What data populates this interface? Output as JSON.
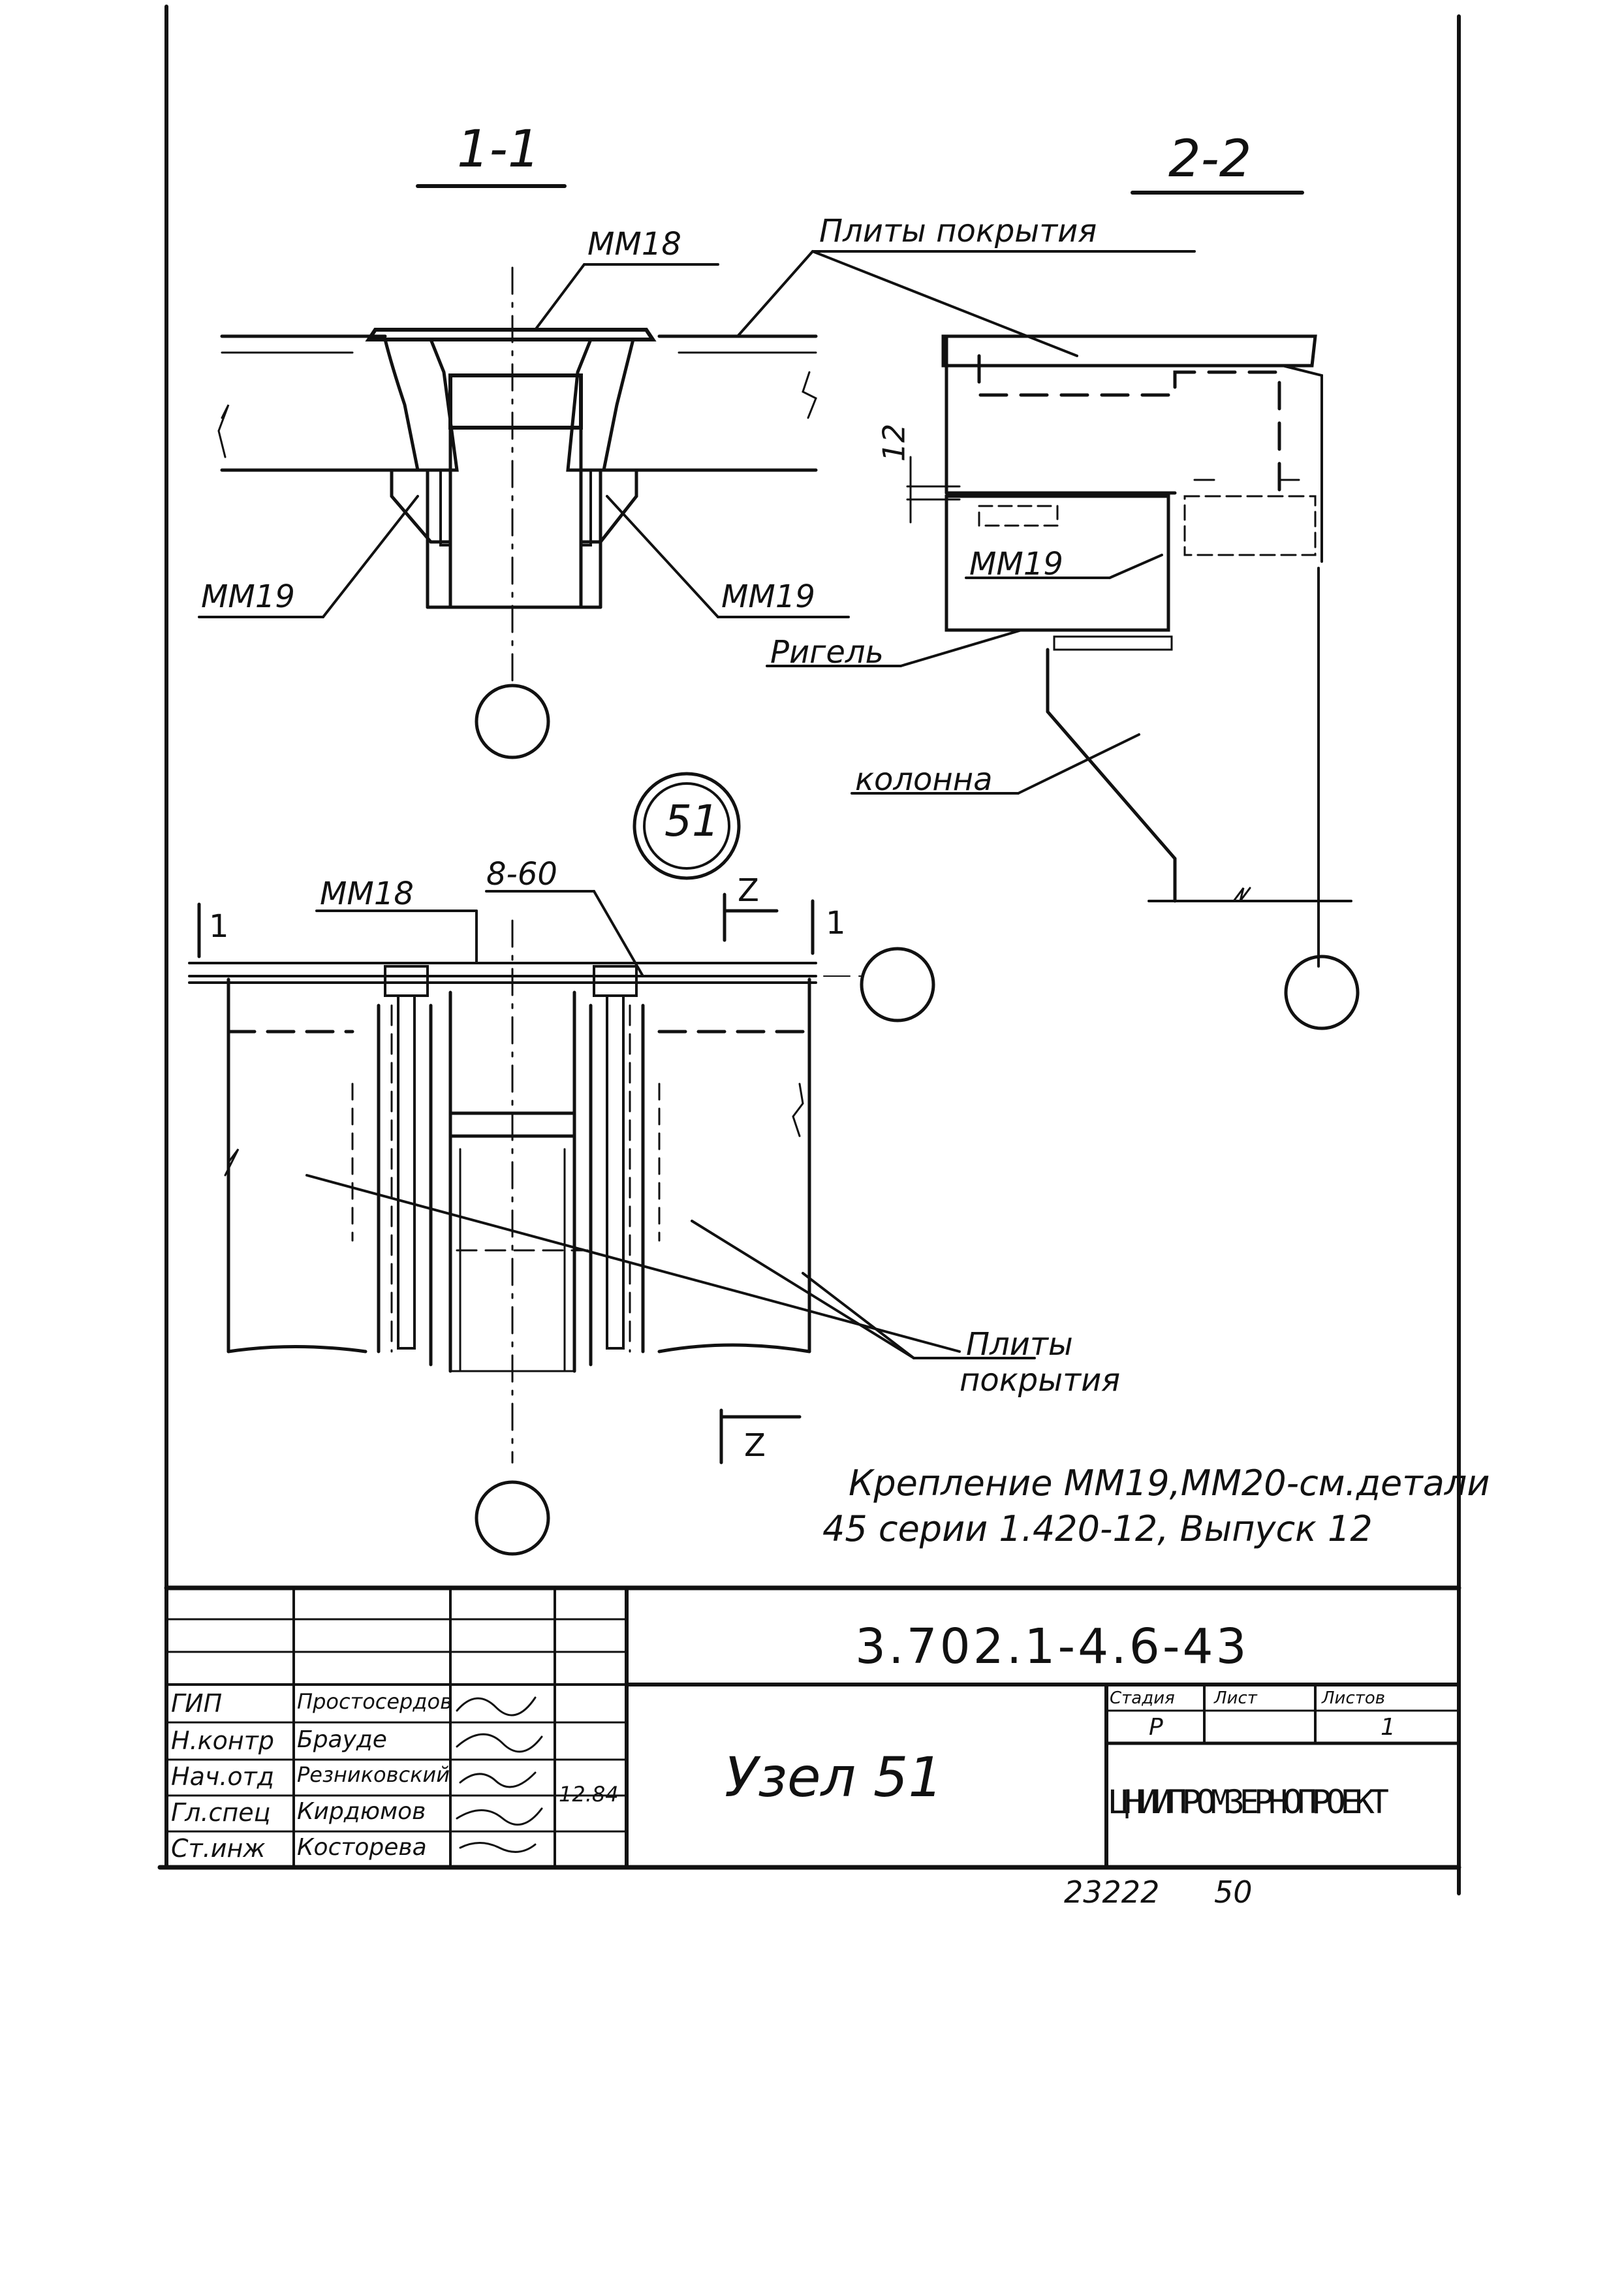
{
  "sections": {
    "sec_1_1": "1-1",
    "sec_2_2": "2-2"
  },
  "labels": {
    "mm18_top": "ММ18",
    "plity_top": "Плиты покрытия",
    "mm19_left": "ММ19",
    "mm19_right": "ММ19",
    "dim_12": "12",
    "mm19_ss2": "ММ19",
    "rigel": "Ригель",
    "kolonna": "колонна",
    "node_number": "51",
    "mm18_plan": "ММ18",
    "dim_8_60": "8-60",
    "cut_z_top": "Z",
    "cut_1_left": "1",
    "cut_1_right": "1",
    "cut_z_bottom": "Z",
    "plity_bottom_1": "Плиты",
    "plity_bottom_2": "покрытия"
  },
  "note": {
    "line1": "Крепление ММ19,ММ20-см.детали",
    "line2": "45 серии 1.420-12, Выпуск 12"
  },
  "title_block": {
    "doc_code": "3.702.1-4.6-43",
    "title": "Узел 51",
    "stage_header": "Стадия",
    "sheet_header": "Лист",
    "sheets_header": "Листов",
    "stage": "Р",
    "sheets": "1",
    "org": "ЦНИИПРОМЗЕРНОПРОЕКТ",
    "roles": [
      "ГИП",
      "Н.контр",
      "Нач.отд",
      "Гл.спец",
      "Ст.инж"
    ],
    "names": [
      "Простосердов",
      "Брауде",
      "Резниковский",
      "Кирдюмов",
      "Косторева"
    ],
    "date": "12.84"
  },
  "footer": {
    "inv": "23222",
    "num": "50"
  }
}
